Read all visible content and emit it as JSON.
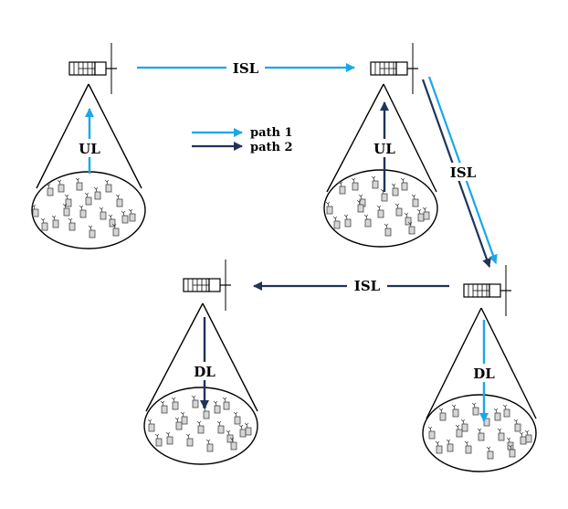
{
  "colors": {
    "path1": "#1aa7e8",
    "path2": "#1f3458",
    "device_fill": "#d6d6d6"
  },
  "icons": {
    "satellite": "satellite-icon",
    "device": "ground-device-icon"
  },
  "labels": {
    "isl": "ISL",
    "ul": "UL",
    "dl": "DL"
  },
  "legend": {
    "path1": "path 1",
    "path2": "path 2"
  }
}
